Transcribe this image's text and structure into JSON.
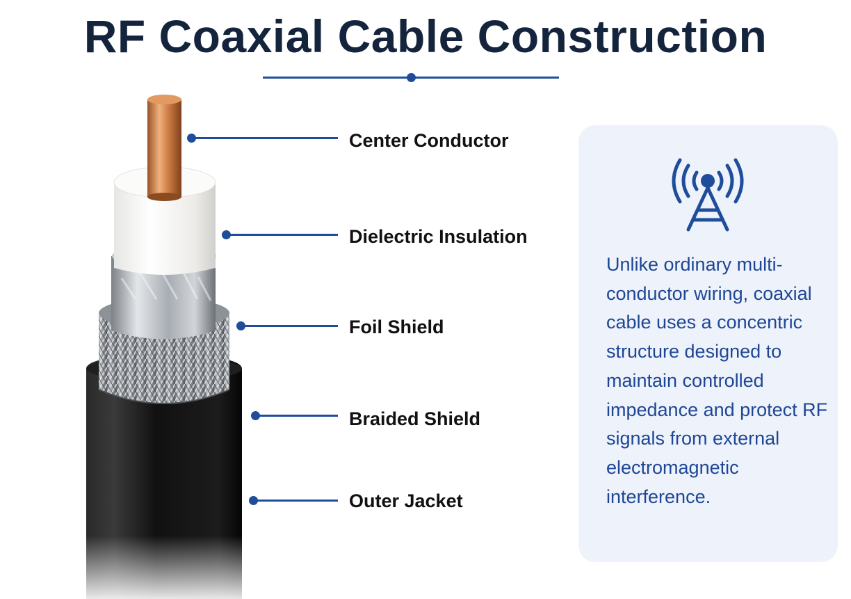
{
  "title": "RF Coaxial Cable Construction",
  "components": [
    {
      "id": "center-conductor",
      "label": "Center Conductor"
    },
    {
      "id": "dielectric-insulation",
      "label": "Dielectric Insulation"
    },
    {
      "id": "foil-shield",
      "label": "Foil Shield"
    },
    {
      "id": "braided-shield",
      "label": "Braided Shield"
    },
    {
      "id": "outer-jacket",
      "label": "Outer Jacket"
    }
  ],
  "info_card": {
    "icon": "antenna-tower-icon",
    "text": "Unlike ordinary multi-conductor wiring, coaxial cable uses a concentric structure designed to maintain controlled impedance and protect RF signals from external electromagnetic interference."
  },
  "colors": {
    "accent": "#1f4d9a",
    "title": "#14243c",
    "card_background": "#eef3fb",
    "card_text": "#1e4695",
    "copper": "#c8763f",
    "dielectric": "#f4f4f2",
    "foil": "#b9bec4",
    "braid": "#9aa0a6",
    "jacket": "#141414"
  }
}
